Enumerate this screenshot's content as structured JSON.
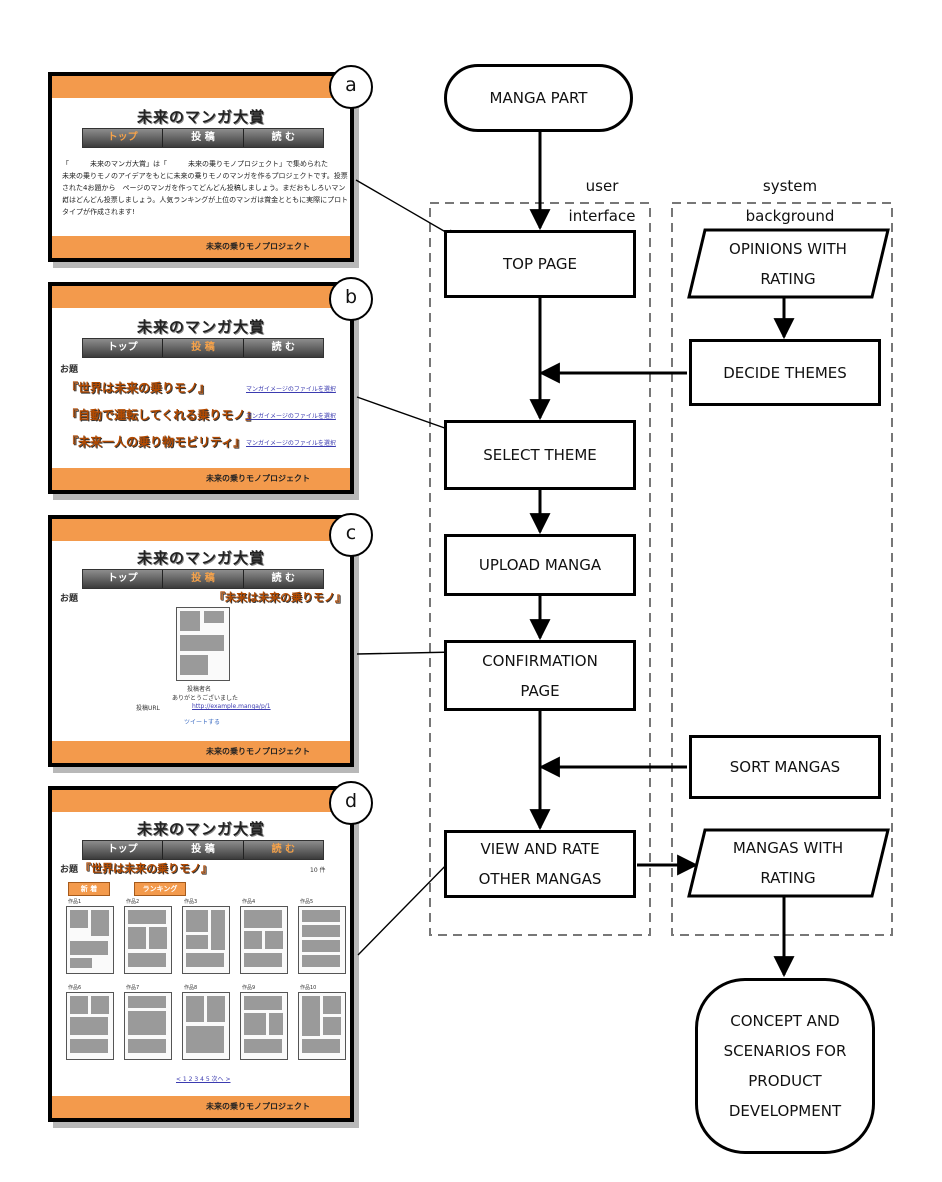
{
  "flowchart": {
    "start": "MANGA PART",
    "groups": {
      "user": "user\ninterface",
      "system": "system\nbackground"
    },
    "user_steps": {
      "top_page": "TOP PAGE",
      "select_theme": "SELECT THEME",
      "upload_manga": "UPLOAD MANGA",
      "confirmation_page": "CONFIRMATION\nPAGE",
      "view_rate": "VIEW AND RATE\nOTHER MANGAS"
    },
    "system_steps": {
      "opinions": "OPINIONS WITH\nRATING",
      "decide_themes": "DECIDE THEMES",
      "sort_mangas": "SORT MANGAS",
      "mangas_rating": "MANGAS WITH\nRATING"
    },
    "end": "CONCEPT AND\nSCENARIOS FOR\nPRODUCT\nDEVELOPMENT"
  },
  "screens": {
    "site_title": "未来のマンガ大賞",
    "nav": [
      "トップ",
      "投 稿",
      "読 む"
    ],
    "footer": "未来の乗りモノプロジェクト",
    "a": {
      "badge": "a",
      "intro_1": "「　　　未来のマンガ大賞」は「　　　未来の乗りモノプロジェクト」で集められた",
      "intro_2": "未来の乗りモノのアイデアをもとに未来の乗りモノのマンガを作るプロジェクトです。投票",
      "intro_3": "された4お題から　ページのマンガを作ってどんどん投稿しましょう。まだおもしろいマンガ",
      "intro_4": "にはどんどん投票しましょう。人気ランキングが上位のマンガは賞金とともに実際にプロト",
      "intro_5": "タイプが作成されます!"
    },
    "b": {
      "badge": "b",
      "odai": "お題",
      "themes": [
        "『世界は未来の乗りモノ』",
        "『自動で運転してくれる乗りモノ』",
        "『未来一人の乗り物モビリティ』"
      ],
      "link": "マンガイメージのファイルを選択"
    },
    "c": {
      "badge": "c",
      "odai": "お題",
      "theme": "『未来は未来の乗りモノ』",
      "author": "投稿者名",
      "caption": "ありがとうございました",
      "url_label": "投稿URL",
      "url": "http://example.manga/p/1",
      "tweet": "ツイートする"
    },
    "d": {
      "badge": "d",
      "odai": "お題",
      "theme": "『世界は未来の乗りモノ』",
      "count": "10 件",
      "btn_new": "新 着",
      "btn_rank": "ランキング",
      "thumb_labels": [
        "作品1",
        "作品2",
        "作品3",
        "作品4",
        "作品5",
        "作品6",
        "作品7",
        "作品8",
        "作品9",
        "作品10"
      ],
      "pager": "< 1 2 3 4 5 次へ >"
    }
  },
  "colors": {
    "accent_orange": "#f39a4c",
    "dark_orange": "#b34a00",
    "line": "#000000",
    "dash": "#777777"
  }
}
